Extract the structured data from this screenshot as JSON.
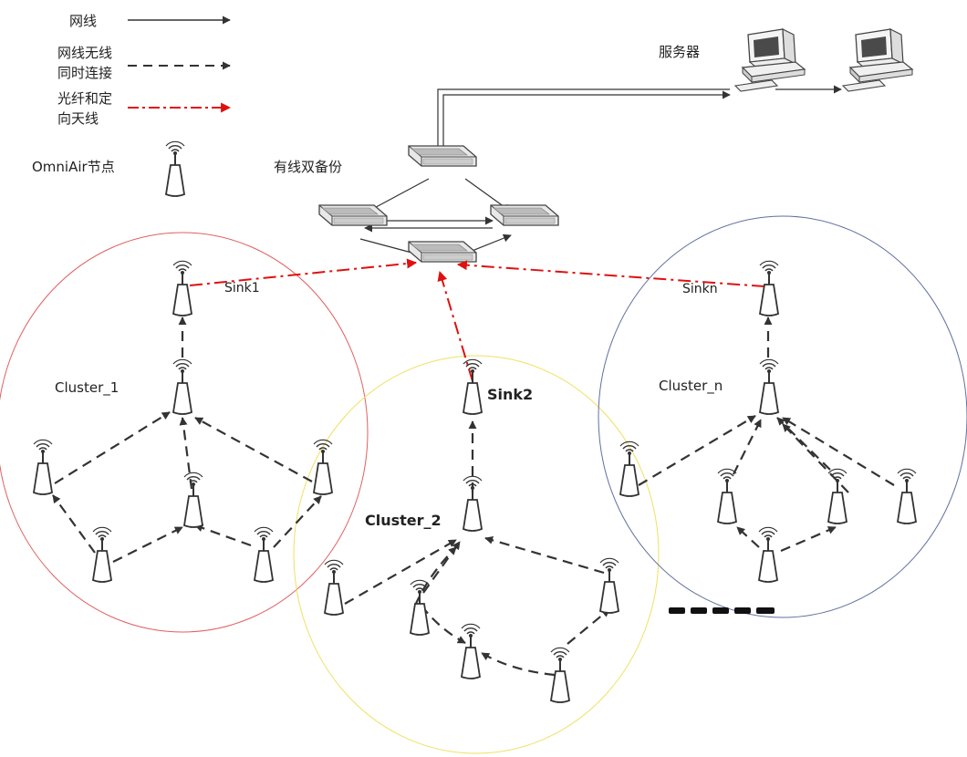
{
  "legend": {
    "wired_label": "网线",
    "mixed_label_line1": "网线无线",
    "mixed_label_line2": "同时连接",
    "fiber_label_line1": "光纤和定",
    "fiber_label_line2": "向天线",
    "node_label": "OmniAir节点"
  },
  "servers": {
    "label": "服务器"
  },
  "switches": {
    "label": "有线双备份"
  },
  "clusters": [
    {
      "cluster_label": "Cluster_1",
      "sink_label": "Sink1",
      "border_color": "#e06060"
    },
    {
      "cluster_label": "Cluster_2",
      "sink_label": "Sink2",
      "border_color": "#f0e060"
    },
    {
      "cluster_label": "Cluster_n",
      "sink_label": "Sinkn",
      "border_color": "#6070a0"
    }
  ],
  "colors": {
    "wired": "#333333",
    "fiber": "#e01010",
    "node": "#333333"
  }
}
